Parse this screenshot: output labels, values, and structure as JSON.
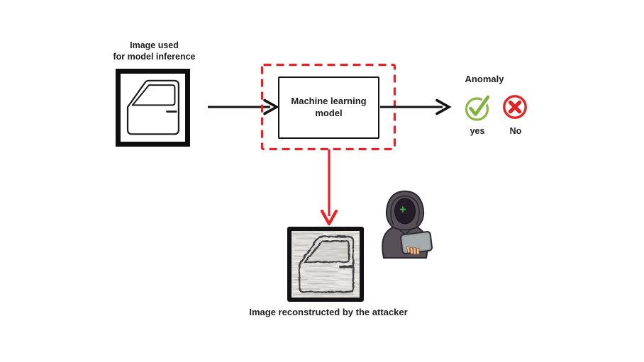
{
  "labels": {
    "input_image": "Image used\nfor model inference",
    "model": "Machine learning\nmodel",
    "anomaly": "Anomaly",
    "yes": "yes",
    "no": "No",
    "reconstructed": "Image reconstructed by the attacker"
  },
  "icons": {
    "input_image": "car-door-line-drawing",
    "check": "green-check-circle",
    "cross": "red-x-circle",
    "hacker": "hooded-attacker-with-laptop",
    "reconstructed_image": "noisy-car-door-reconstruction"
  },
  "colors": {
    "attack_red": "#ec2027",
    "check_green": "#7db33c",
    "check_circle_green": "#8ab93f",
    "cross_red": "#e12626",
    "arrow_black": "#141414",
    "text": "#1e1e1e",
    "hood_gray": "#575058",
    "laptop_gray": "#98a0a2",
    "skin": "#f0c69c"
  },
  "flow": {
    "arrows": [
      {
        "from": "input-image",
        "to": "ml-model",
        "color": "black"
      },
      {
        "from": "ml-model",
        "to": "anomaly-output",
        "color": "black"
      },
      {
        "from": "ml-model",
        "to": "reconstructed-image",
        "color": "red"
      }
    ]
  }
}
